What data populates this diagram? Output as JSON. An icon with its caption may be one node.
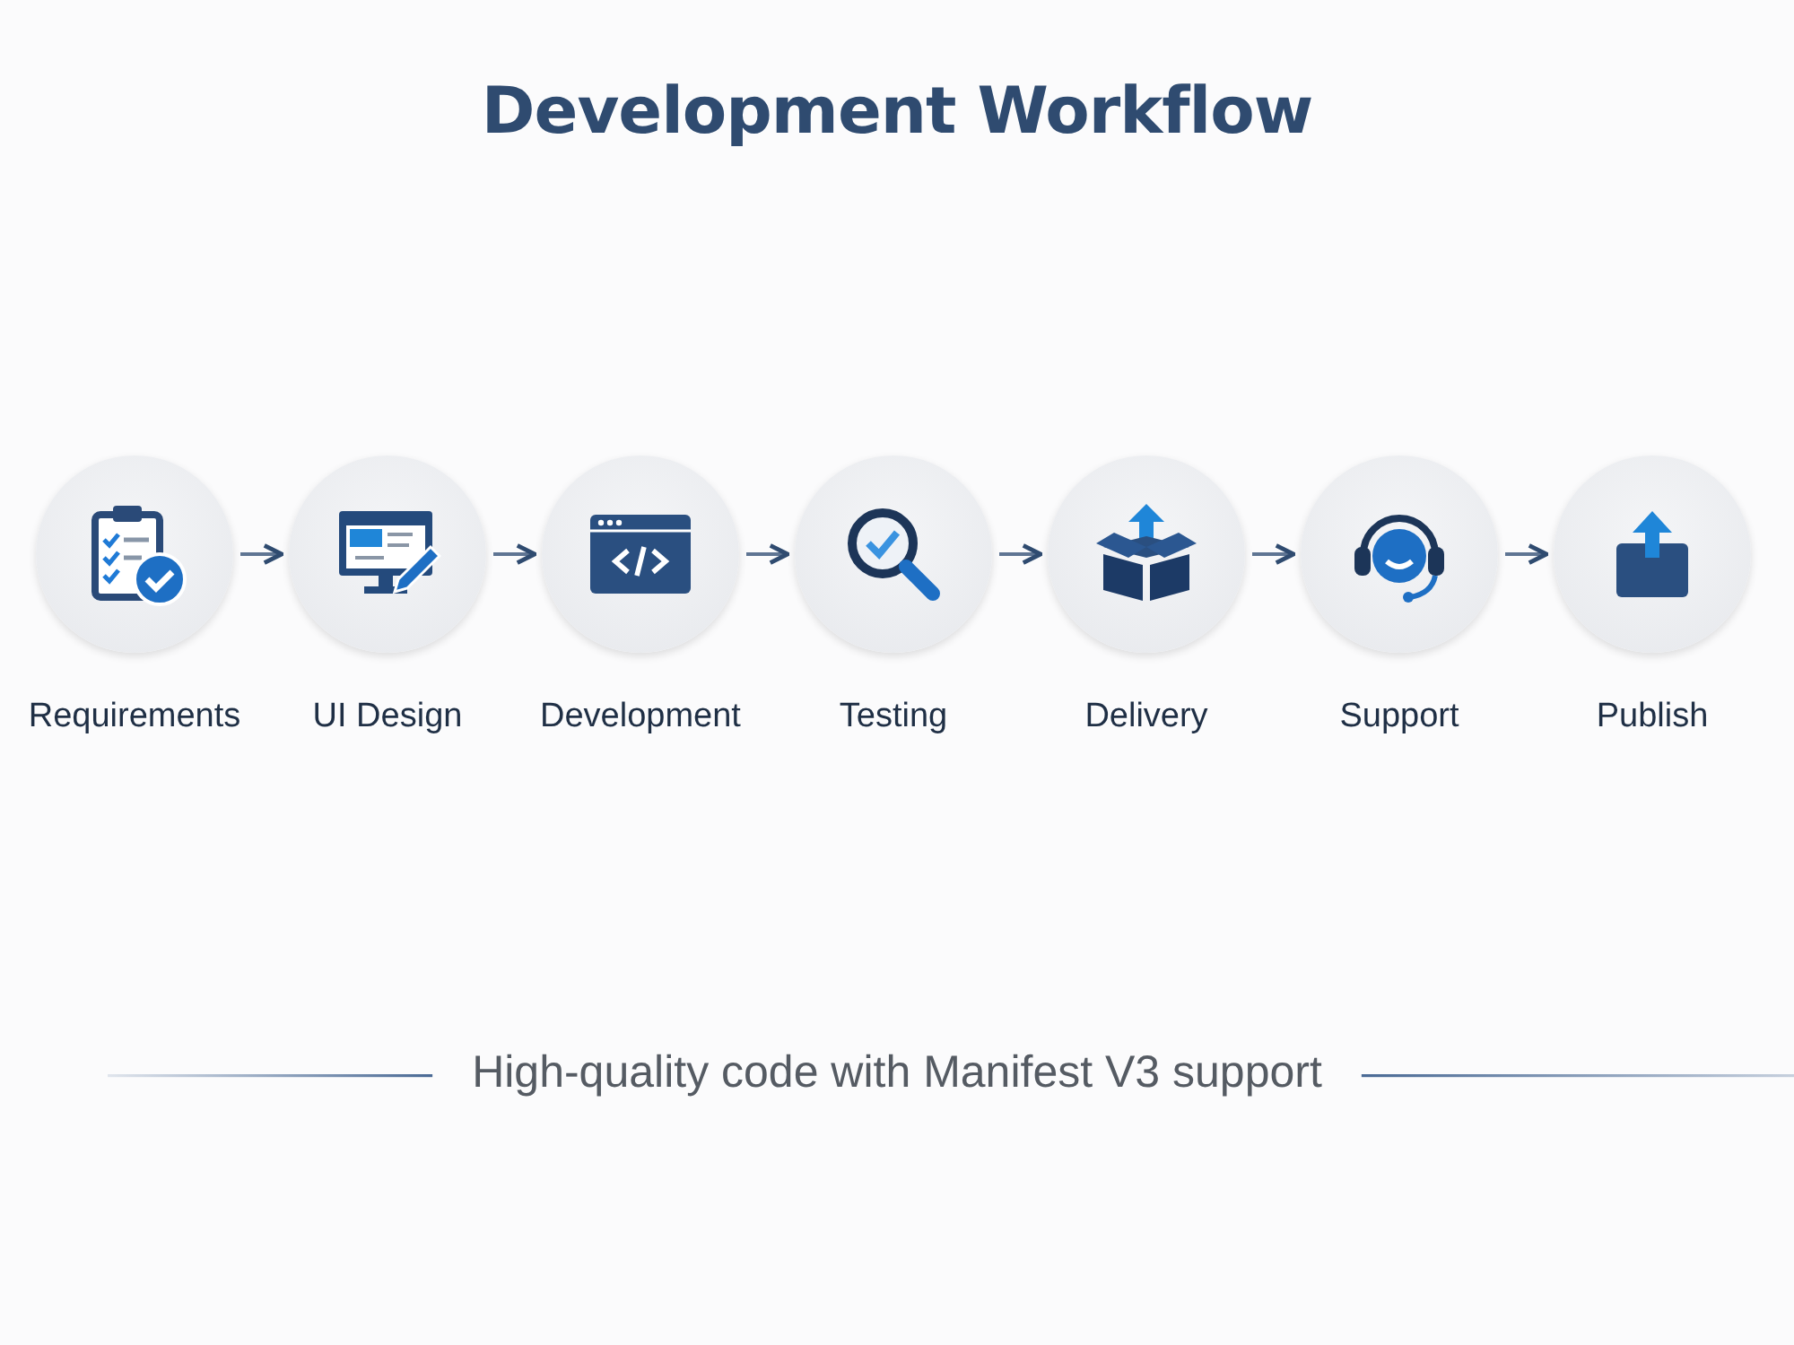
{
  "diagram": {
    "title": "Development Workflow",
    "nodes": [
      {
        "text": [
          "Requirements"
        ]
      },
      {
        "text": [
          "UI Design"
        ]
      },
      {
        "text": [
          "Development"
        ]
      },
      {
        "text": [
          "Testing"
        ]
      },
      {
        "text": [
          "Delivery"
        ]
      },
      {
        "text": [
          "Support"
        ]
      },
      {
        "text": [
          "Publish"
        ]
      }
    ],
    "edges": [
      {
        "from": 0,
        "to": 1,
        "arrow": "to"
      },
      {
        "from": 1,
        "to": 2,
        "arrow": "to"
      },
      {
        "from": 2,
        "to": 3,
        "arrow": "to"
      },
      {
        "from": 3,
        "to": 4,
        "arrow": "to"
      },
      {
        "from": 4,
        "to": 5,
        "arrow": "to"
      },
      {
        "from": 5,
        "to": 6,
        "arrow": "to"
      }
    ],
    "caption": "High-quality code with Manifest V3 support"
  }
}
